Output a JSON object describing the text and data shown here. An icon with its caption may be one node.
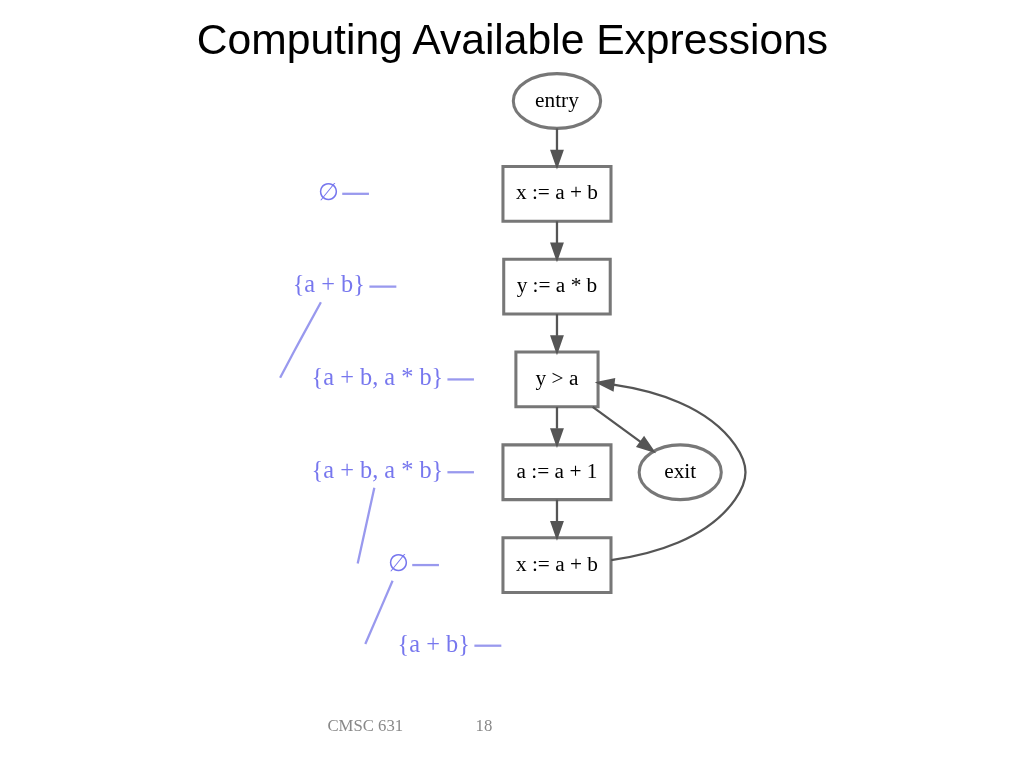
{
  "diagram": {
    "title": "Computing Available Expressions",
    "nodes": [
      {
        "text": [
          "entry"
        ]
      },
      {
        "text": [
          "x := a + b"
        ]
      },
      {
        "text": [
          "y := a * b"
        ]
      },
      {
        "text": [
          "y > a"
        ]
      },
      {
        "text": [
          "a := a + 1"
        ]
      },
      {
        "text": [
          "x := a + b"
        ]
      },
      {
        "text": [
          "exit"
        ]
      },
      {
        "text": [
          "∅"
        ]
      },
      {
        "text": [
          "{a + b}"
        ]
      },
      {
        "text": [
          "{a + b, a * b}"
        ]
      },
      {
        "text": [
          "{a + b, a * b}"
        ]
      },
      {
        "text": [
          "∅"
        ]
      },
      {
        "text": [
          "{a + b}"
        ]
      }
    ],
    "edges": [
      {
        "from": 0,
        "to": 1,
        "arrow": "to",
        "color": "#555555"
      },
      {
        "from": 1,
        "to": 2,
        "arrow": "to",
        "color": "#555555"
      },
      {
        "from": 2,
        "to": 3,
        "arrow": "to",
        "color": "#555555"
      },
      {
        "from": 3,
        "to": 4,
        "arrow": "to",
        "color": "#555555"
      },
      {
        "from": 4,
        "to": 5,
        "arrow": "to",
        "color": "#555555"
      },
      {
        "from": 5,
        "to": 3,
        "arrow": "to",
        "color": "#555555"
      },
      {
        "from": 3,
        "to": 6,
        "arrow": "to",
        "color": "#555555"
      },
      {
        "from": 7,
        "to": null,
        "arrow": "none",
        "color": "#9999ee"
      },
      {
        "from": 8,
        "to": null,
        "arrow": "none",
        "color": "#9999ee"
      },
      {
        "from": 8,
        "to": null,
        "arrow": "none",
        "color": "#9999ee"
      },
      {
        "from": 9,
        "to": null,
        "arrow": "none",
        "color": "#9999ee"
      },
      {
        "from": 10,
        "to": null,
        "arrow": "none",
        "color": "#9999ee"
      },
      {
        "from": 10,
        "to": null,
        "arrow": "none",
        "color": "#9999ee"
      },
      {
        "from": 11,
        "to": null,
        "arrow": "none",
        "color": "#9999ee"
      },
      {
        "from": 11,
        "to": null,
        "arrow": "none",
        "color": "#9999ee"
      },
      {
        "from": 12,
        "to": null,
        "arrow": "none",
        "color": "#9999ee"
      }
    ],
    "labels": [
      "CMSC 631",
      "18"
    ]
  }
}
